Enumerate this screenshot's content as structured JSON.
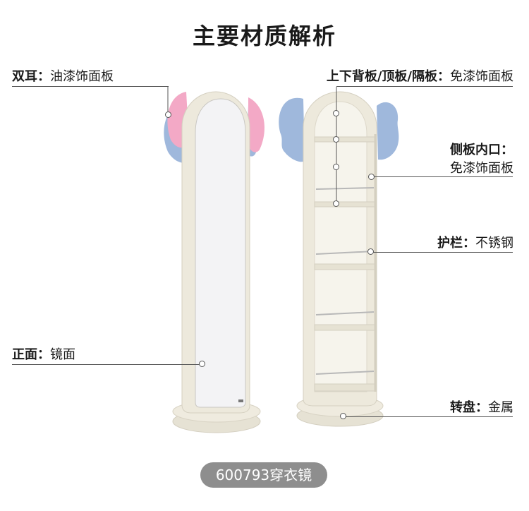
{
  "title": "主要材质解析",
  "labels": {
    "ears": {
      "name": "双耳：",
      "value": "油漆饰面板"
    },
    "front": {
      "name": "正面：",
      "value": "镜面"
    },
    "boards": {
      "name": "上下背板/顶板/隔板：",
      "value": "免漆饰面板"
    },
    "side": {
      "name": "侧板内口：",
      "value": "免漆饰面板"
    },
    "guard": {
      "name": "护栏：",
      "value": "不锈钢"
    },
    "turntable": {
      "name": "转盘：",
      "value": "金属"
    }
  },
  "product_tag": "600793穿衣镜",
  "colors": {
    "ear_pink": "#f3a9c6",
    "ear_blue": "#9fb8dc",
    "body": "#ede9dc",
    "mirror": "#f2f2f4"
  }
}
